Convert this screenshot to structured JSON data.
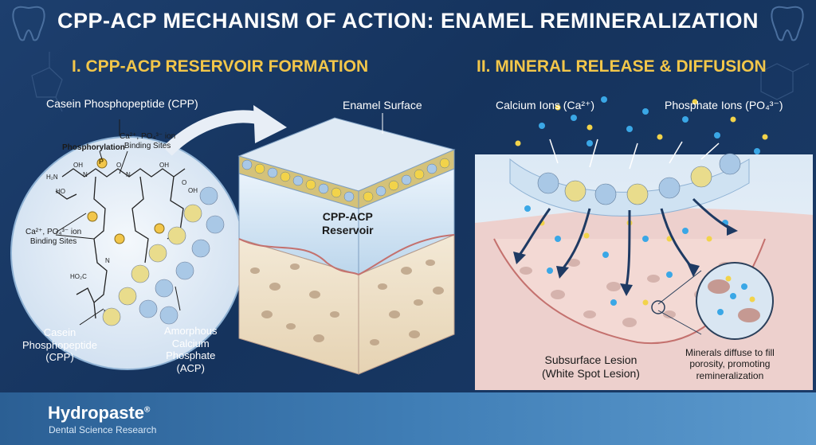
{
  "title": "CPP-ACP MECHANISM OF ACTION: ENAMEL REMINERALIZATION",
  "section1": {
    "heading": "I. CPP-ACP RESERVOIR FORMATION",
    "cpp_label_top": "Casein Phosphopeptide (CPP)",
    "binding_sites_top_1": "Ca²⁺, PO₄³⁻ ion",
    "binding_sites_top_2": "Binding Sites",
    "phosphorylation": "Phosphorylation",
    "binding_sites_left_1": "Ca²⁺, PO₄³⁻ ion",
    "binding_sites_left_2": "Binding Sites",
    "cpp_label_bottom": "Casein\nPhosphopeptide\n(CPP)",
    "acp_label": "Amorphous\nCalcium\nPhosphate\n(ACP)",
    "enamel_surface": "Enamel Surface",
    "reservoir": "CPP-ACP\nReservoir",
    "phospho_badge": "P"
  },
  "section2": {
    "heading": "II. MINERAL RELEASE & DIFFUSION",
    "calcium_ions": "Calcium Ions (Ca²⁺)",
    "phosphate_ions": "Phosphate Ions (PO₄³⁻)",
    "lesion": "Subsurface Lesion\n(White Spot Lesion)",
    "diffuse_note": "Minerals diffuse to fill\nporosity, promoting\nremineralization"
  },
  "footer": {
    "brand": "Hydropaste",
    "reg": "®",
    "subtitle": "Dental Science Research"
  },
  "colors": {
    "accent_gold": "#f2c64a",
    "calcium_blue": "#3aa7e6",
    "phosphate_yellow": "#f2d34a",
    "lesion_pink": "#e9c2c0",
    "background": "#1a3b68"
  }
}
